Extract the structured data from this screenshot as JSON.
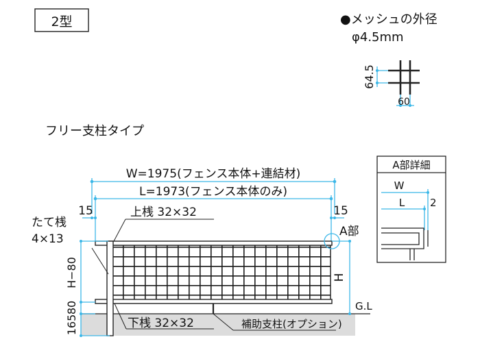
{
  "type_label": "2型",
  "mesh": {
    "title": "●メッシュの外径",
    "diameter": "φ4.5mm",
    "pitch_v": "64.5",
    "pitch_h": "60"
  },
  "variant_title": "フリー支柱タイプ",
  "dimensions": {
    "w_label": "W=1975(フェンス本体+連結材)",
    "l_label": "L=1973(フェンス本体のみ)",
    "left_offset": "15",
    "right_offset": "15",
    "h_label": "H",
    "h_minus": "H−80",
    "dim_80": "80",
    "dim_165": "165",
    "gl": "G.L"
  },
  "labels": {
    "top_rail": "上桟 32×32",
    "vertical_bar_1": "たて桟",
    "vertical_bar_2": "4×13",
    "bottom_rail": "下桟 32×32",
    "aux_post": "補助支柱(オプション)",
    "a_part": "A部"
  },
  "detail": {
    "title": "A部詳細",
    "w": "W",
    "l": "L",
    "gap": "2"
  }
}
